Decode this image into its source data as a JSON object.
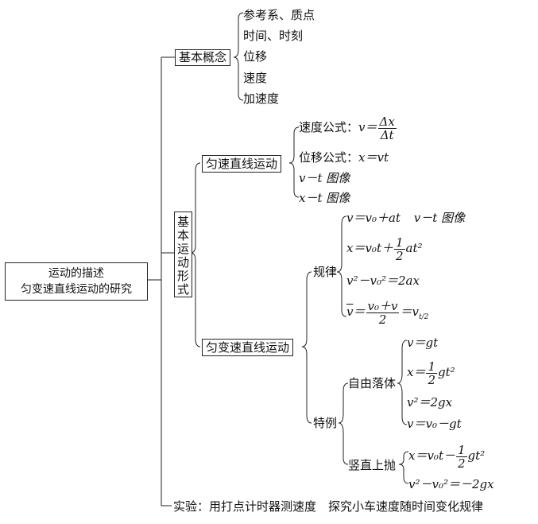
{
  "root": {
    "line1": "运动的描述",
    "line2": "匀变速直线运动的研究"
  },
  "basic_concepts": {
    "label": "基本概念",
    "items": [
      "参考系、质点",
      "时间、时刻",
      "位移",
      "速度",
      "加速度"
    ]
  },
  "motion_forms": {
    "label_chars": [
      "基",
      "本",
      "运",
      "动",
      "形",
      "式"
    ]
  },
  "uniform": {
    "label": "匀速直线运动",
    "speed_label": "速度公式：",
    "speed_lhs": "v＝",
    "speed_num": "Δx",
    "speed_den": "Δt",
    "disp_label": "位移公式：",
    "disp_expr": "x＝vt",
    "vt_graph": "v－t 图像",
    "xt_graph": "x－t 图像"
  },
  "uniform_accel": {
    "label": "匀变速直线运动",
    "law_label": "规律",
    "f1": "v＝v₀＋at",
    "f1_graph": "v－t 图像",
    "f2_pre": "x＝v₀t＋",
    "f2_post": "at²",
    "f3": "v²－v₀²＝2ax",
    "f4_lhs": "v",
    "f4_num": "v₀＋v",
    "f4_den": "2",
    "f4_rhs": "＝v",
    "f4_sub": "t/2",
    "half_num": "1",
    "half_den": "2",
    "special_label": "特例",
    "free_fall": {
      "label": "自由落体",
      "f1": "v＝gt",
      "f2_pre": "x＝",
      "f2_post": "gt²",
      "f3": "v²＝2gx",
      "f4": "v＝v₀－gt"
    },
    "vertical_throw": {
      "label": "竖直上抛",
      "f1_pre": "x＝v₀t－",
      "f1_post": "gt²",
      "f2": "v²－v₀²＝－2gx"
    }
  },
  "experiment": "实验：用打点计时器测速度　探究小车速度随时间变化规律"
}
